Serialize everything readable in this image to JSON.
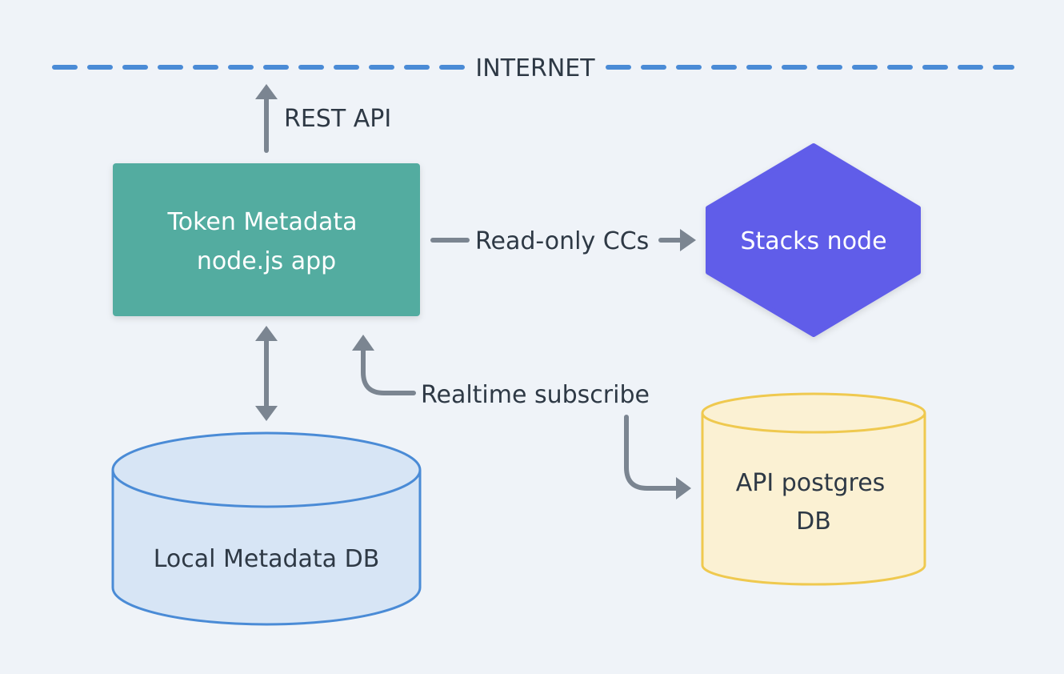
{
  "internet": {
    "label": "INTERNET"
  },
  "edges": {
    "rest_api": "REST API",
    "read_only": "Read-only CCs",
    "realtime": "Realtime subscribe"
  },
  "nodes": {
    "token_app": {
      "line1": "Token Metadata",
      "line2": "node.js app"
    },
    "stacks_node": {
      "label": "Stacks node"
    },
    "local_db": {
      "label": "Local Metadata DB"
    },
    "postgres_db": {
      "line1": "API postgres",
      "line2": "DB"
    }
  },
  "colors": {
    "background": "#eff3f8",
    "internet_line": "#4a8bd6",
    "token_app_fill": "#52aca0",
    "stacks_node_fill": "#615de9",
    "local_db_fill": "#d7e5f5",
    "local_db_stroke": "#4a8bd6",
    "postgres_fill": "#fbf1d3",
    "postgres_stroke": "#efc94f",
    "connector": "#7b8591"
  }
}
